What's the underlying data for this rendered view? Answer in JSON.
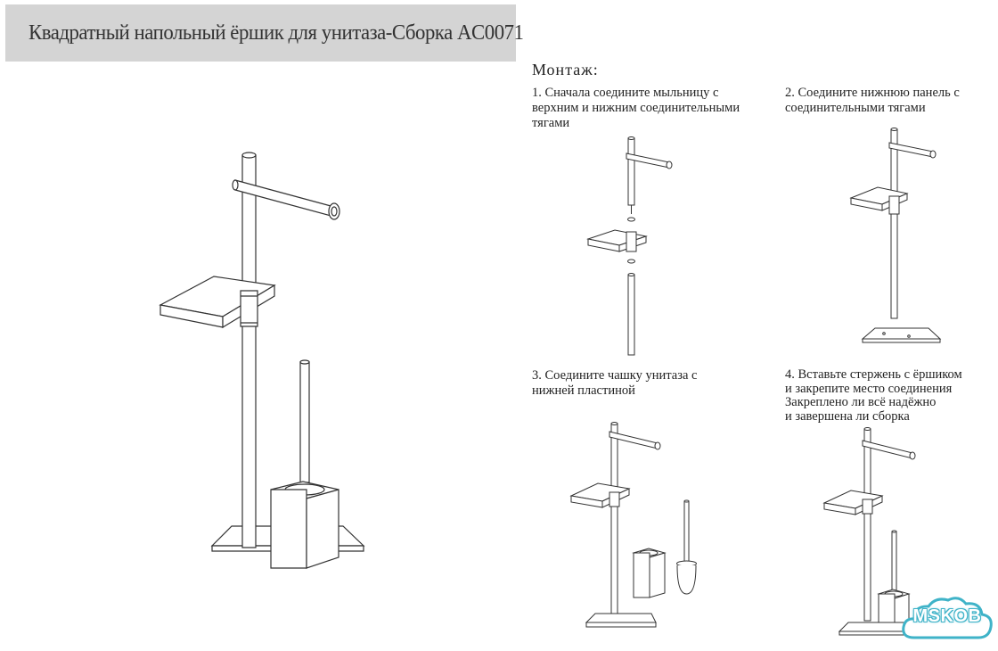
{
  "title": "Квадратный напольный ёршик для унитаза-Сборка AC0071",
  "assembly": {
    "heading": "Монтаж:",
    "steps": [
      {
        "lines": [
          "1. Сначала соедините мыльницу с",
          "верхним и нижним соединительными",
          "тягами"
        ]
      },
      {
        "lines": [
          "2. Соедините нижнюю панель с",
          "соединительными тягами"
        ]
      },
      {
        "lines": [
          "3. Соедините чашку унитаза с",
          "нижней пластиной"
        ]
      },
      {
        "lines": [
          "4. Вставьте стержень с ёршиком",
          "и закрепите место соединения",
          "Закреплено ли всё надёжно",
          "и завершена ли сборка"
        ]
      }
    ]
  },
  "logo": {
    "text": "MSKOB",
    "color": "#3fb3c8"
  },
  "colors": {
    "title_bar": "#d4d4d4",
    "line": "#333333"
  }
}
